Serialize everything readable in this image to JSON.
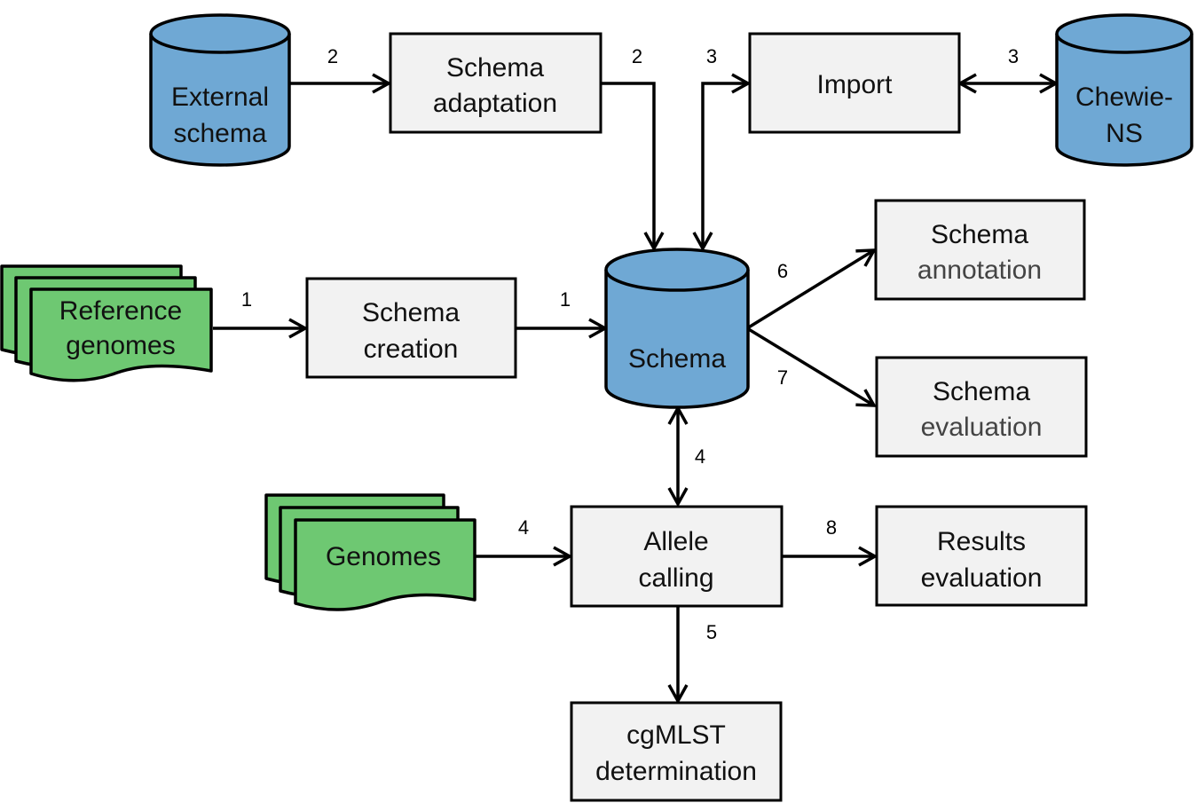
{
  "nodes": {
    "external_schema": {
      "lines": [
        "External",
        "schema"
      ]
    },
    "schema_adaptation": {
      "lines": [
        "Schema",
        "adaptation"
      ]
    },
    "import": {
      "lines": [
        "Import"
      ]
    },
    "chewie_ns": {
      "lines": [
        "Chewie-",
        "NS"
      ]
    },
    "reference_genomes": {
      "lines": [
        "Reference",
        "genomes"
      ]
    },
    "schema_creation": {
      "lines": [
        "Schema",
        "creation"
      ]
    },
    "schema": {
      "lines": [
        "Schema"
      ]
    },
    "schema_annotation": {
      "lines": [
        "Schema",
        "annotation"
      ]
    },
    "schema_evaluation": {
      "lines": [
        "Schema",
        "evaluation"
      ]
    },
    "genomes": {
      "lines": [
        "Genomes"
      ]
    },
    "allele_calling": {
      "lines": [
        "Allele",
        "calling"
      ]
    },
    "results_evaluation": {
      "lines": [
        "Results",
        "evaluation"
      ]
    },
    "cgmlst_determination": {
      "lines": [
        "cgMLST",
        "determination"
      ]
    }
  },
  "edges": [
    {
      "id": "external-to-adaptation",
      "label": "2"
    },
    {
      "id": "adaptation-to-schema",
      "label": "2"
    },
    {
      "id": "schema-import",
      "label": "3"
    },
    {
      "id": "import-chewie",
      "label": "3"
    },
    {
      "id": "reference-to-creation",
      "label": "1"
    },
    {
      "id": "creation-to-schema",
      "label": "1"
    },
    {
      "id": "schema-to-annotation",
      "label": "6"
    },
    {
      "id": "schema-to-evaluation",
      "label": "7"
    },
    {
      "id": "schema-allele",
      "label": "4"
    },
    {
      "id": "genomes-to-allele",
      "label": "4"
    },
    {
      "id": "allele-to-results",
      "label": "8"
    },
    {
      "id": "allele-to-cgmlst",
      "label": "5"
    }
  ],
  "colors": {
    "database_fill": "#6fa8d4",
    "document_fill": "#6ec872",
    "process_fill": "#f2f2f2",
    "stroke": "#000000"
  }
}
